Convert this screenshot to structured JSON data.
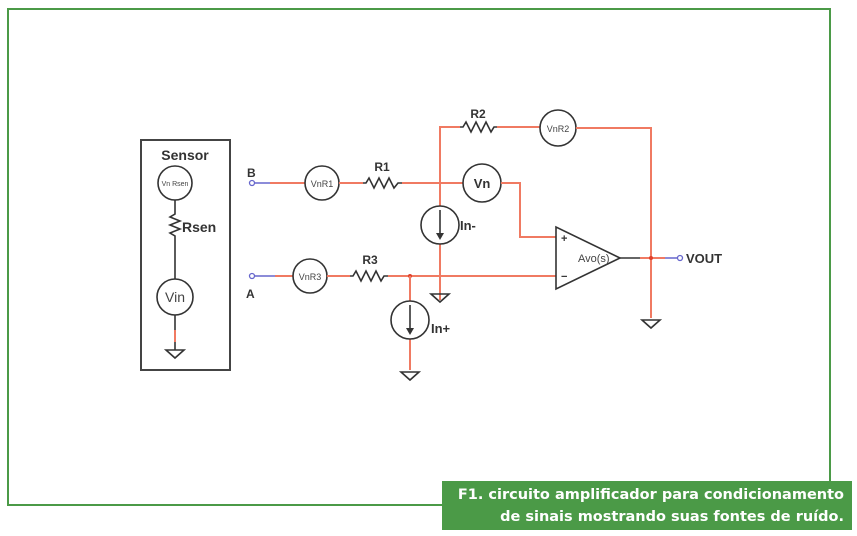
{
  "diagram": {
    "sensor_label": "Sensor",
    "vn_rsen": "Vn Rsen",
    "rsen": "Rsen",
    "vin": "Vin",
    "terminal_b": "B",
    "terminal_a": "A",
    "vn_r1": "VnR1",
    "r1": "R1",
    "r2": "R2",
    "vn_r2": "VnR2",
    "vn": "Vn",
    "in_minus": "In-",
    "r3": "R3",
    "vn_r3": "VnR3",
    "in_plus": "In+",
    "opamp": "Avo(s)",
    "plus": "+",
    "minus": "−",
    "vout": "VOUT",
    "wire_color": "#f07a62",
    "frame_color": "#4b9a47"
  },
  "caption": {
    "line1": "F1. circuito amplificador para condicionamento",
    "line2": "de sinais mostrando suas fontes de ruído."
  }
}
